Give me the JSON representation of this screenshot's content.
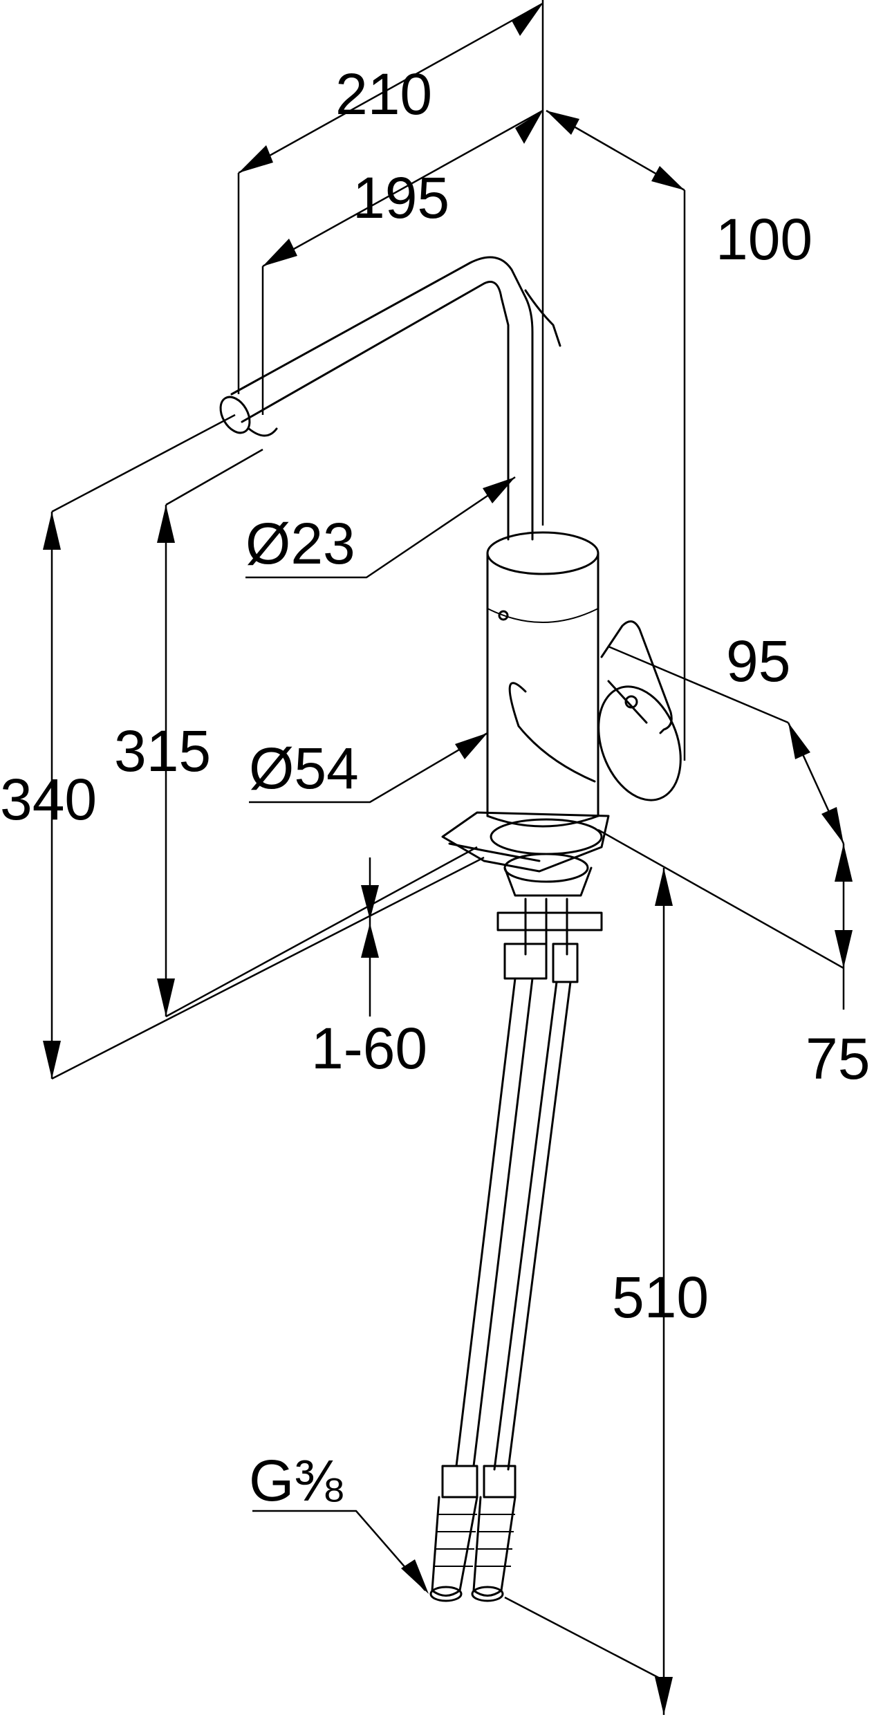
{
  "dimensions": {
    "reach_210": "210",
    "reach_195": "195",
    "depth_100": "100",
    "spout_diameter": "Ø23",
    "body_diameter": "Ø54",
    "height_340": "340",
    "height_315": "315",
    "lever_95": "95",
    "lever_75": "75",
    "deck_thickness": "1-60",
    "hose_length": "510",
    "thread": "G⅜"
  },
  "colors": {
    "line": "#000000",
    "background": "#ffffff"
  }
}
